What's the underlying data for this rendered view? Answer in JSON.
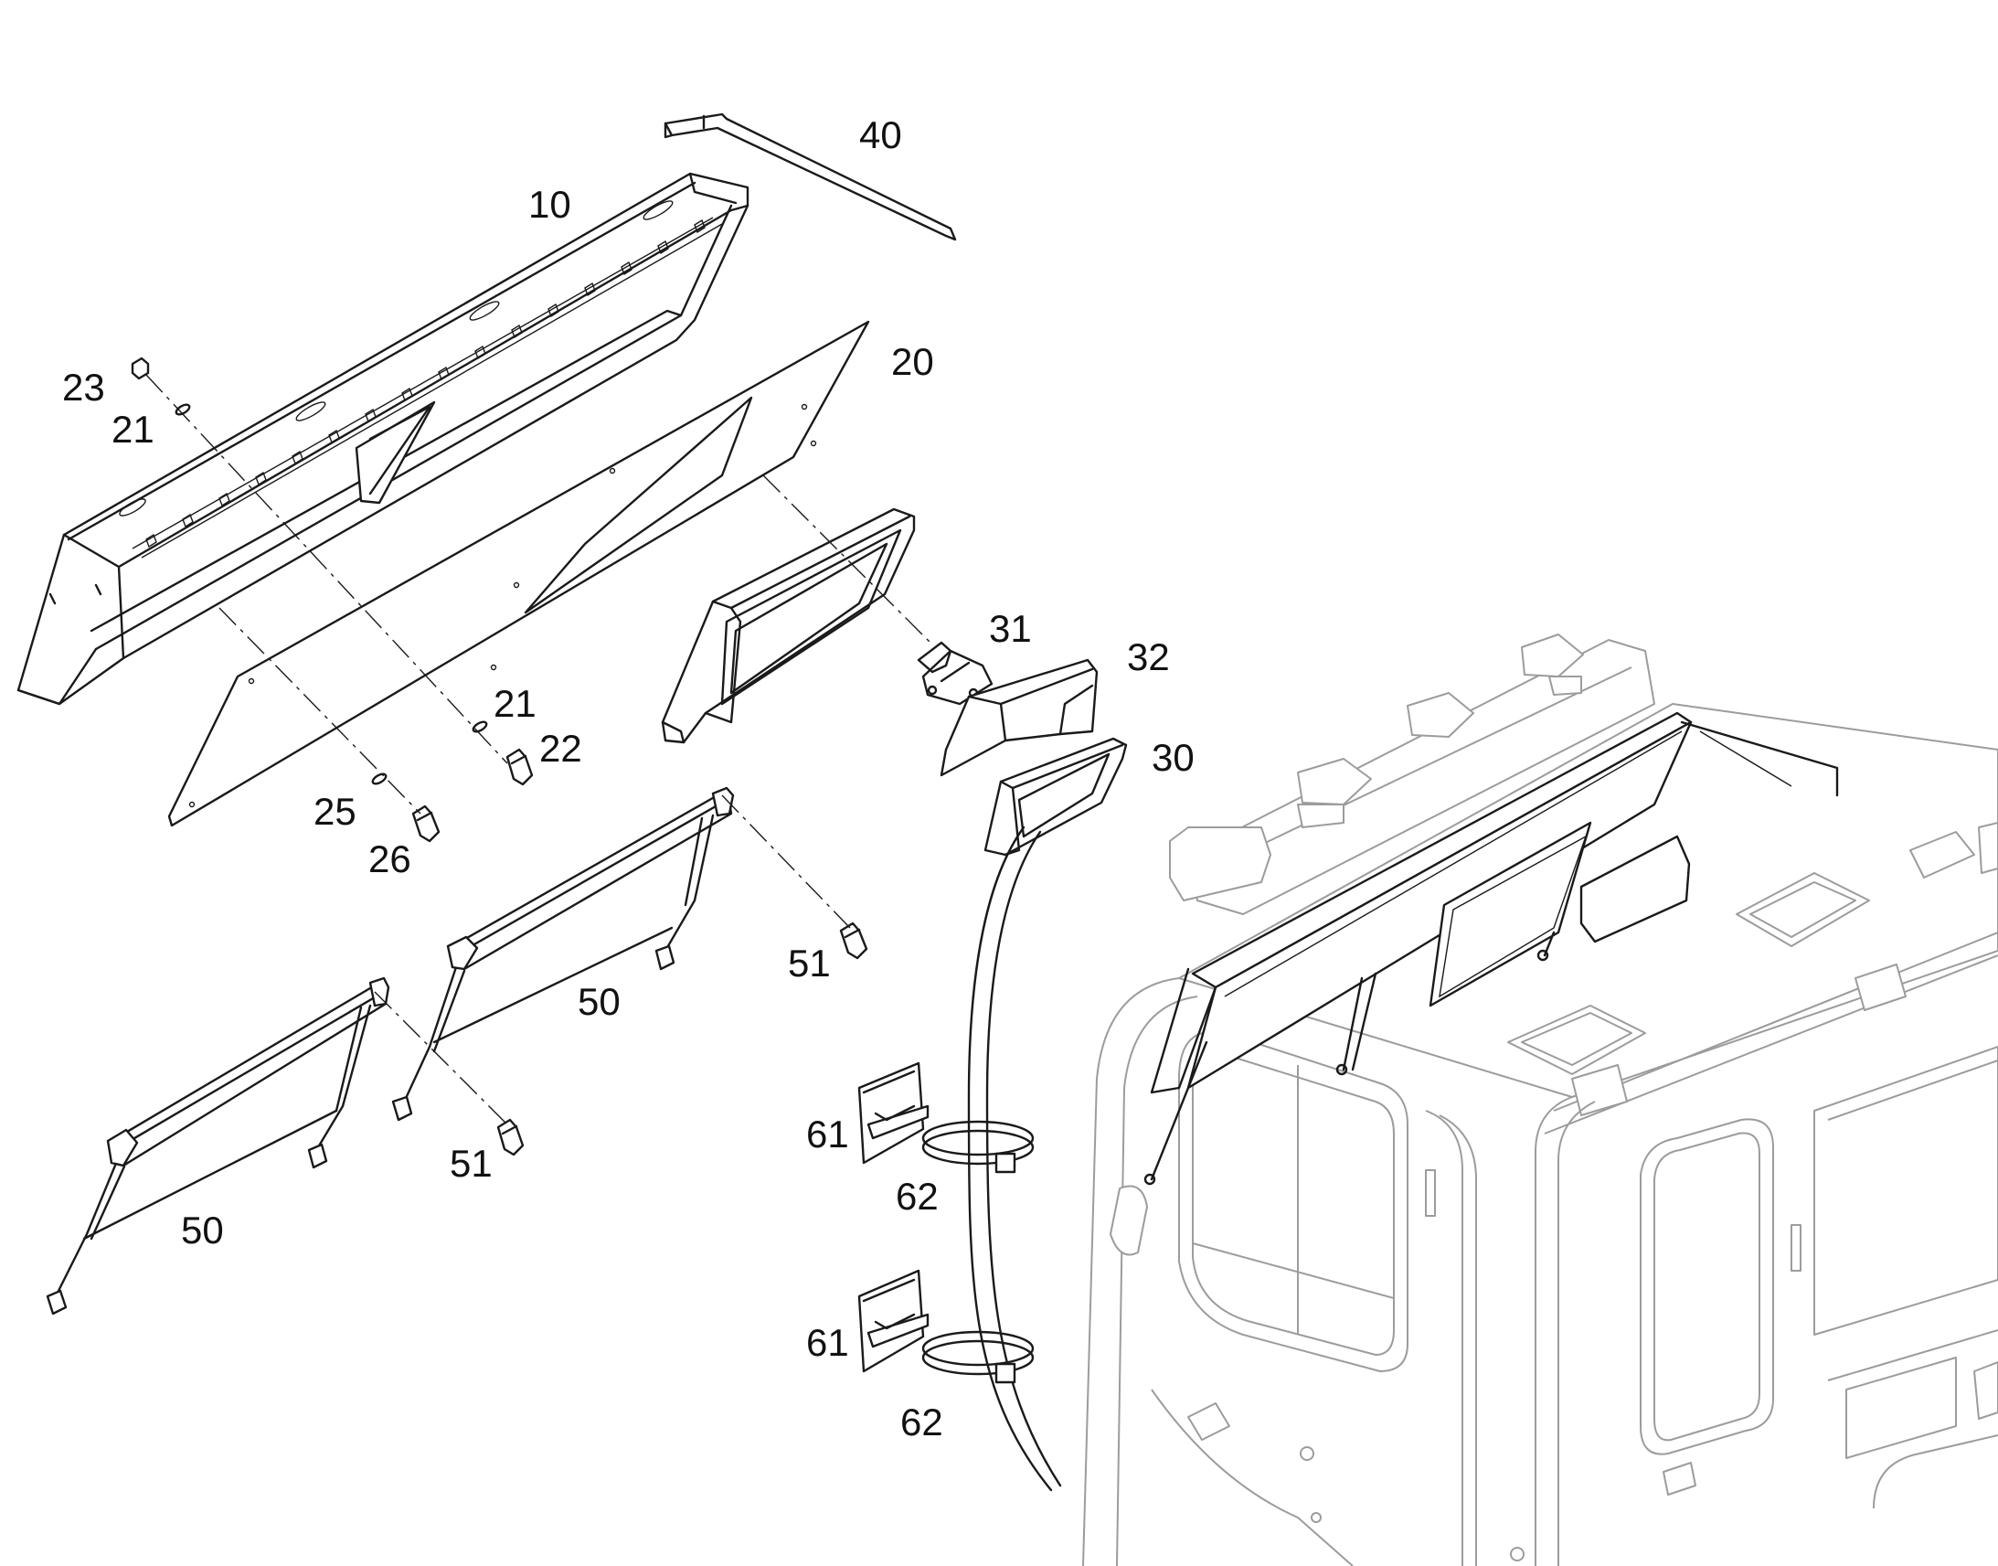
{
  "callouts": {
    "c10": "10",
    "c20": "20",
    "c21a": "21",
    "c21b": "21",
    "c22": "22",
    "c23": "23",
    "c25": "25",
    "c26": "26",
    "c30": "30",
    "c31": "31",
    "c32": "32",
    "c40": "40",
    "c50a": "50",
    "c50b": "50",
    "c51a": "51",
    "c51b": "51",
    "c61a": "61",
    "c61b": "61",
    "c62a": "62",
    "c62b": "62"
  },
  "colors": {
    "line": "#1a1a1a",
    "ghost": "#9c9c9c",
    "background": "#ffffff"
  }
}
